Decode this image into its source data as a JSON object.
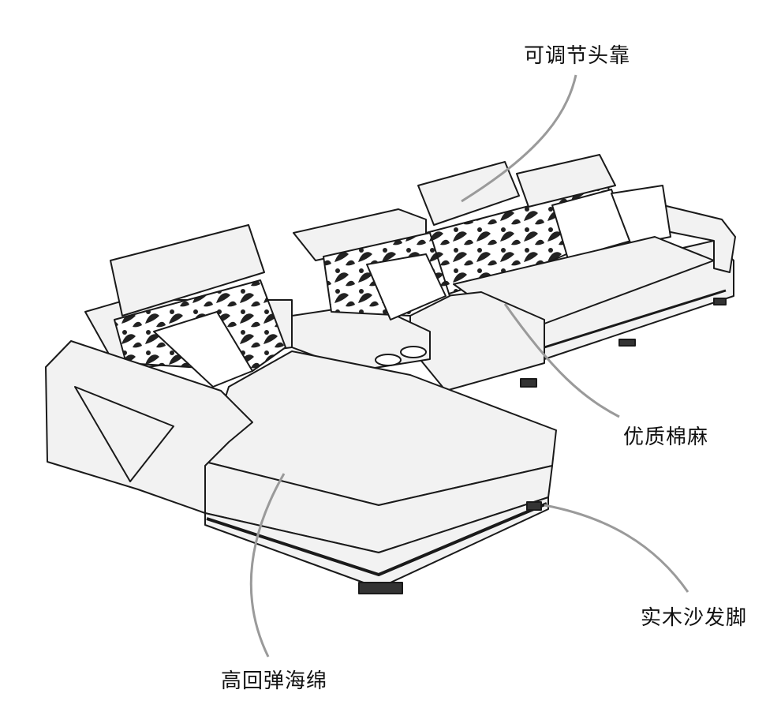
{
  "labels": {
    "headrest": "可调节头靠",
    "fabric": "优质棉麻",
    "legs": "实木沙发脚",
    "sponge": "高回弹海绵"
  },
  "colors": {
    "background": "#ffffff",
    "line": "#1a1a1a",
    "fabric_fill": "#f2f2f2",
    "pattern_dark": "#222222",
    "leader": "#9a9a9a"
  },
  "icons": {
    "sofa": "sectional-sofa-illustration"
  }
}
